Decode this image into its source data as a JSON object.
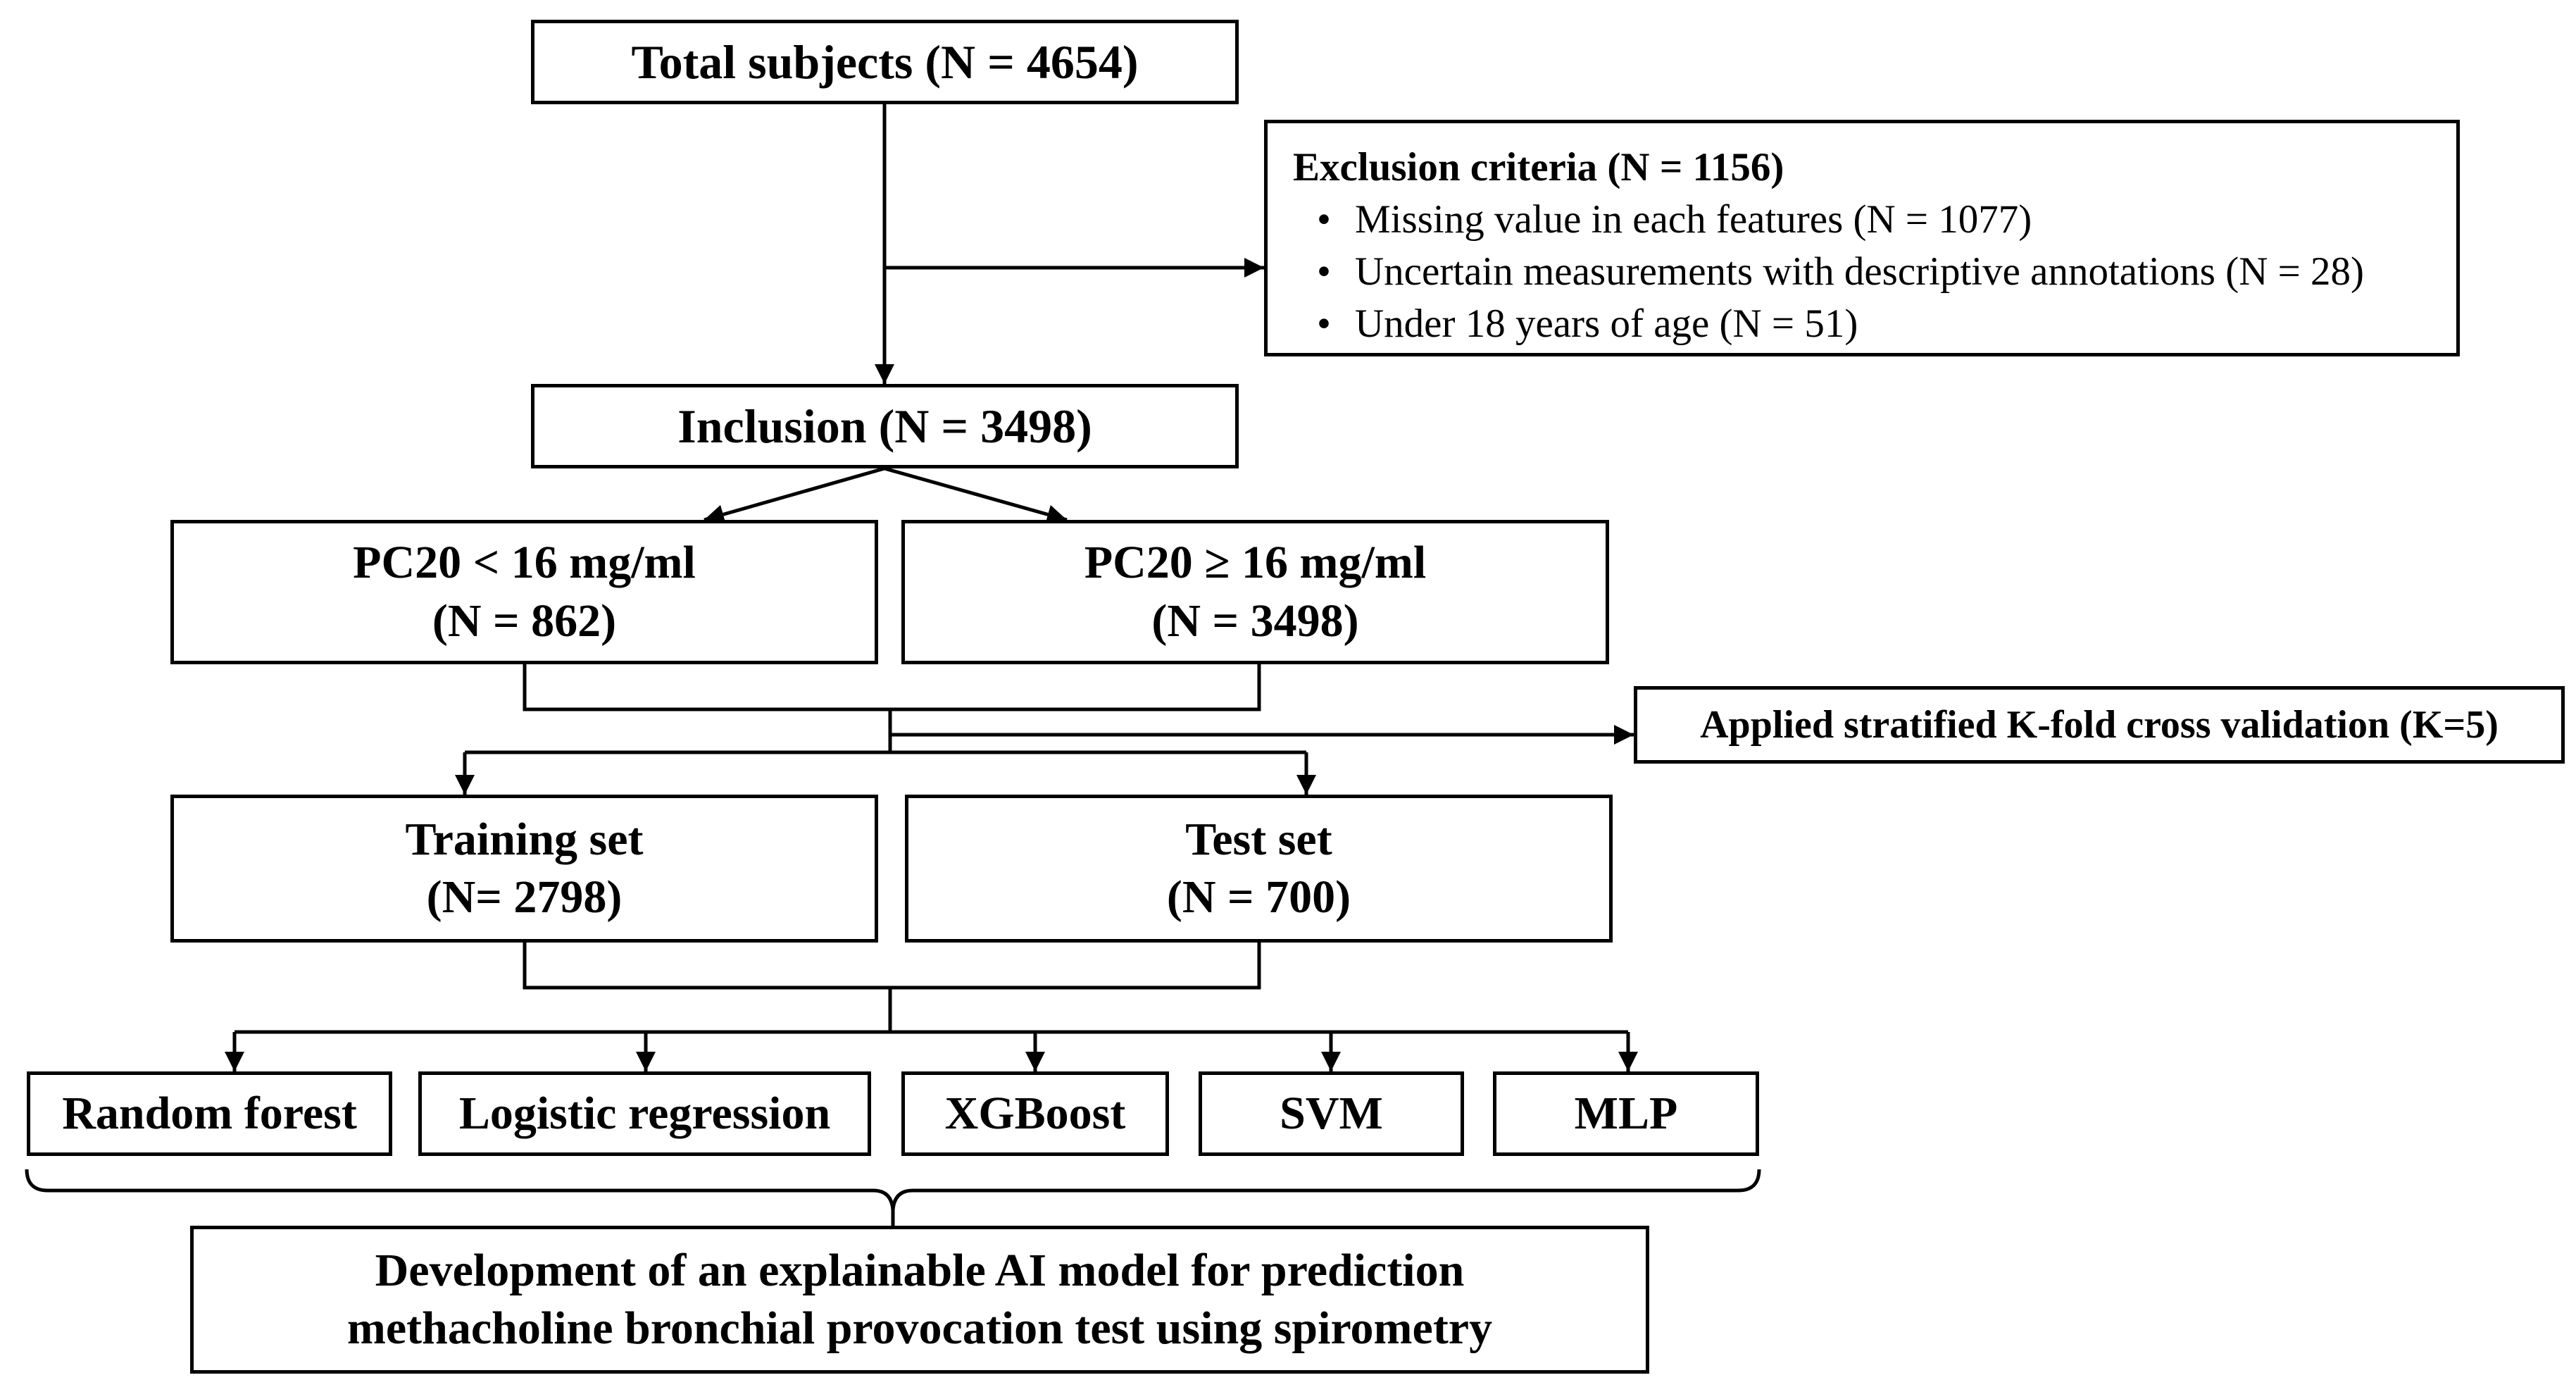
{
  "total": {
    "label": "Total subjects (N = 4654)"
  },
  "exclusion": {
    "title": "Exclusion criteria (N = 1156)",
    "items": [
      "Missing value in each features (N = 1077)",
      "Uncertain measurements with descriptive annotations (N = 28)",
      "Under 18 years of age (N = 51)"
    ]
  },
  "inclusion": {
    "label": "Inclusion (N = 3498)"
  },
  "groups": [
    {
      "line1": "PC20 < 16 mg/ml",
      "line2": "(N = 862)"
    },
    {
      "line1": "PC20 ≥ 16 mg/ml",
      "line2": "(N = 3498)"
    }
  ],
  "kfold": {
    "label": "Applied stratified K-fold cross validation (K=5)"
  },
  "sets": [
    {
      "line1": "Training set",
      "line2": "(N= 2798)"
    },
    {
      "line1": "Test set",
      "line2": "(N = 700)"
    }
  ],
  "models": [
    "Random forest",
    "Logistic regression",
    "XGBoost",
    "SVM",
    "MLP"
  ],
  "outcome": {
    "line1": "Development of an explainable AI model for prediction",
    "line2": "methacholine bronchial provocation test using spirometry"
  }
}
